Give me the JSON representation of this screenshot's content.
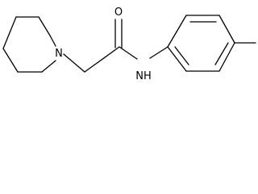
{
  "structure": {
    "atom_labels": {
      "piperidine_n": "N",
      "carbonyl_o": "O",
      "amide_nh": "NH"
    }
  }
}
